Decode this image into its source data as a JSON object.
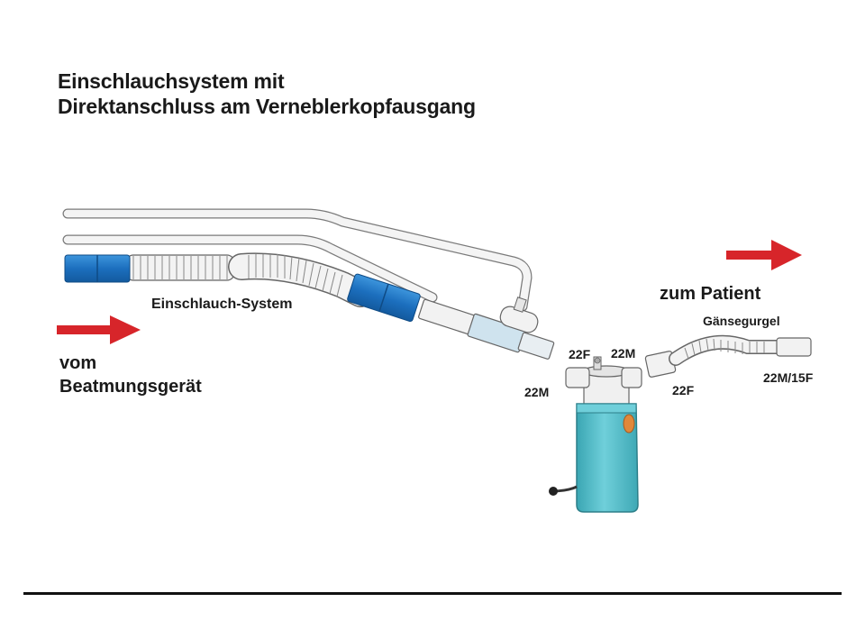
{
  "title": {
    "line1": "Einschlauchsystem mit",
    "line2": "Direktanschluss am Verneblerkopfausgang"
  },
  "labels": {
    "einschlauch_system": "Einschlauch-System",
    "vom_line1": "vom",
    "vom_line2": "Beatmungsgerät",
    "zum_patient": "zum Patient",
    "gaensegurgel": "Gänsegurgel",
    "port_22m_left": "22M",
    "port_22f_top": "22F",
    "port_22m_top": "22M",
    "port_22f_right": "22F",
    "port_22m15f": "22M/15F"
  },
  "colors": {
    "arrow": "#d7252a",
    "connector_blue": "#1f78c8",
    "nebulizer_teal": "#5ec4cf",
    "button_orange": "#e0883a",
    "tube_light_blue": "#cfe3ee"
  }
}
